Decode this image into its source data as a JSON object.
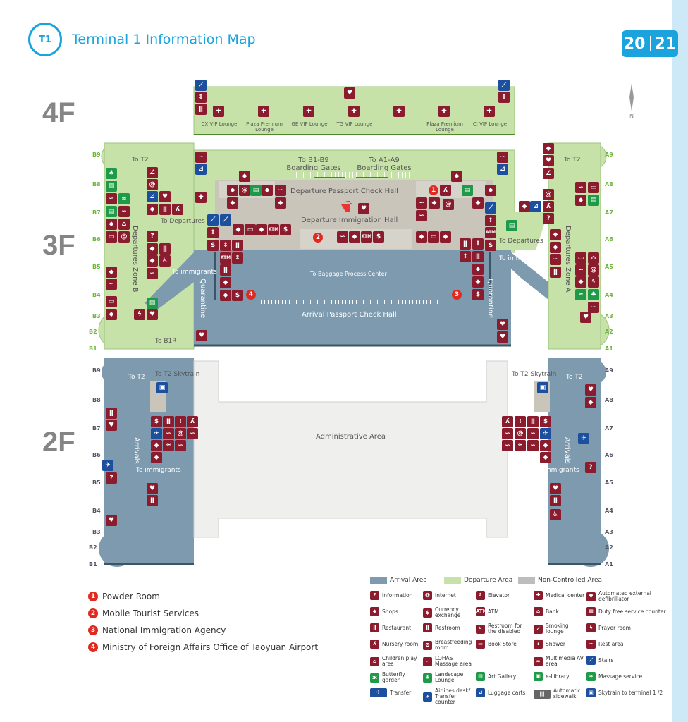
{
  "header": {
    "logo_text": "T1",
    "title": "Terminal 1 Information Map",
    "page_left": "20",
    "page_right": "21",
    "north": "N"
  },
  "floors": {
    "f4": "4F",
    "f3": "3F",
    "f2": "2F"
  },
  "floor4": {
    "lounges": [
      "CX VIP Lounge",
      "Plaza Premium Lounge",
      "GE VIP Lounge",
      "TG VIP Lounge",
      "",
      "Plaza Premium Lounge",
      "CI VIP Lounge"
    ]
  },
  "floor3": {
    "to_b_gates": "To B1-B9 Boarding Gates",
    "to_a_gates": "To A1-A9 Boarding Gates",
    "departure_passport_hall": "Departure Passport Check Hall",
    "departure_immigration_hall": "Departure Immigration Hall",
    "to_baggage": "To Baggage Process Center",
    "arrival_passport_hall": "Arrival Passport Check Hall",
    "quarantine": "Quarantine",
    "to_departures": "To Departures",
    "to_immigrants": "To immigrants",
    "zone_b": "Departures Zone B",
    "zone_a": "Departures Zone A",
    "to_t2": "To T2",
    "to_b1r": "To B1R"
  },
  "floor2": {
    "administrative_area": "Administrative Area",
    "arrivals": "Arrivals",
    "to_t2": "To T2",
    "to_skytrain": "To T2 Skytrain",
    "to_immigrants": "To immigrants"
  },
  "gates_b": [
    "B9",
    "B8",
    "B7",
    "B6",
    "B5",
    "B4",
    "B3",
    "B2",
    "B1"
  ],
  "gates_a": [
    "A9",
    "A8",
    "A7",
    "A6",
    "A5",
    "A4",
    "A3",
    "A2",
    "A1"
  ],
  "notes": [
    {
      "num": "1",
      "text": "Powder Room"
    },
    {
      "num": "2",
      "text": "Mobile Tourist Services"
    },
    {
      "num": "3",
      "text": "National Immigration Agency"
    },
    {
      "num": "4",
      "text": "Ministry of Foreign Affairs Office of Taoyuan Airport"
    }
  ],
  "legend": {
    "areas": [
      {
        "label": "Arrival Area",
        "color": "#7d9aae"
      },
      {
        "label": "Departure Area",
        "color": "#c6e2a9"
      },
      {
        "label": "Non-Controlled Area",
        "color": "#bdbdbd"
      }
    ],
    "items": [
      {
        "icon": "information-icon",
        "label": "Information"
      },
      {
        "icon": "internet-icon",
        "label": "Internet"
      },
      {
        "icon": "elevator-icon",
        "label": "Elevator"
      },
      {
        "icon": "medical-center-icon",
        "label": "Medical center"
      },
      {
        "icon": "aed-icon",
        "label": "Automated external defibrillator"
      },
      {
        "icon": "shops-icon",
        "label": "Shops"
      },
      {
        "icon": "currency-exchange-icon",
        "label": "Currency exchange"
      },
      {
        "icon": "atm-icon",
        "label": "ATM"
      },
      {
        "icon": "bank-icon",
        "label": "Bank"
      },
      {
        "icon": "duty-free-icon",
        "label": "Duty free service counter"
      },
      {
        "icon": "restaurant-icon",
        "label": "Restaurant"
      },
      {
        "icon": "restroom-icon",
        "label": "Restroom"
      },
      {
        "icon": "disabled-restroom-icon",
        "label": "Restroom for the disabled"
      },
      {
        "icon": "smoking-lounge-icon",
        "label": "Smoking lounge"
      },
      {
        "icon": "prayer-room-icon",
        "label": "Prayer room"
      },
      {
        "icon": "nursery-room-icon",
        "label": "Nursery room"
      },
      {
        "icon": "breastfeeding-icon",
        "label": "Breastfeeding room"
      },
      {
        "icon": "book-store-icon",
        "label": "Book Store"
      },
      {
        "icon": "shower-icon",
        "label": "Shower"
      },
      {
        "icon": "rest-area-icon",
        "label": "Rest area"
      },
      {
        "icon": "children-play-icon",
        "label": "Children play area"
      },
      {
        "icon": "lohas-massage-icon",
        "label": "LOHAS Massage area"
      },
      {
        "icon": "multimedia-icon",
        "label": "Multimedia AV area"
      },
      {
        "icon": "stairs-icon",
        "label": "Stairs"
      },
      {
        "icon": "butterfly-garden-icon",
        "label": "Butterfly garden"
      },
      {
        "icon": "landscape-lounge-icon",
        "label": "Landscape Lounge"
      },
      {
        "icon": "art-gallery-icon",
        "label": "Art Gallery"
      },
      {
        "icon": "e-library-icon",
        "label": "e-Library"
      },
      {
        "icon": "massage-service-icon",
        "label": "Massage service"
      },
      {
        "icon": "transfer-icon",
        "label": "Transfer"
      },
      {
        "icon": "airlines-desk-icon",
        "label": "Airlines desk/ Transfer counter"
      },
      {
        "icon": "luggage-carts-icon",
        "label": "Luggage carts"
      },
      {
        "icon": "sidewalk-icon",
        "label": "Automatic sidewalk"
      },
      {
        "icon": "skytrain-icon",
        "label": "Skytrain to terminal 1 /2"
      }
    ]
  },
  "colors": {
    "brand": "#1aa3dd",
    "service": "#8b1c2e",
    "transport": "#1d4f9f",
    "leisure": "#1f9a48",
    "arrival": "#7d9aae",
    "departure": "#c6e2a9",
    "non_controlled": "#c9c5bb"
  }
}
